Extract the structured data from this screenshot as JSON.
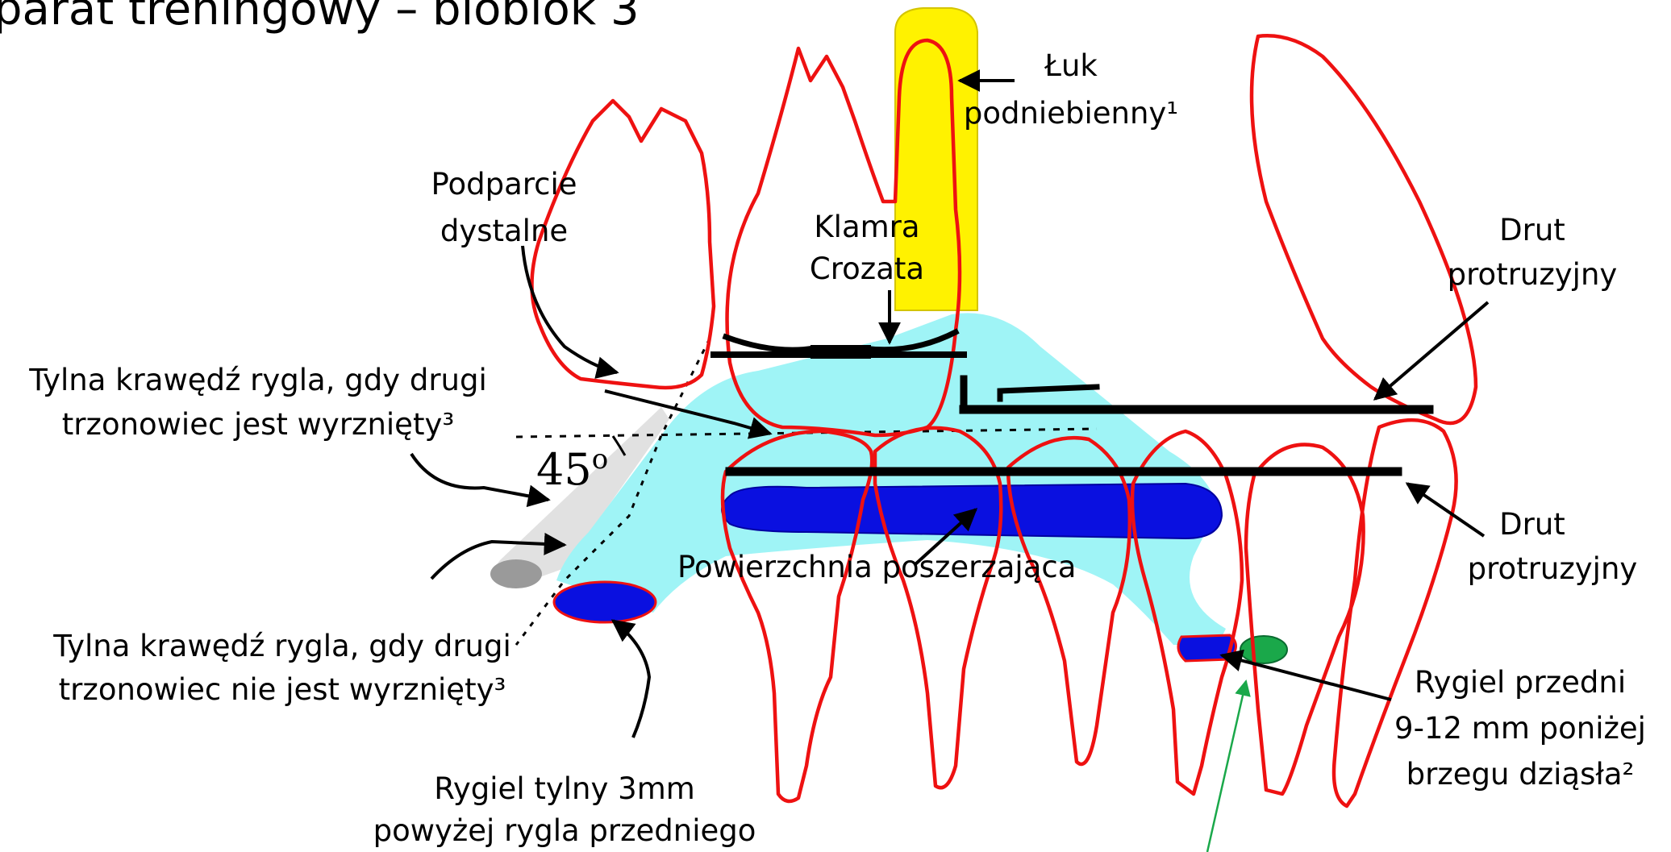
{
  "title": "parat treningowy – bioblok 3",
  "labels": {
    "luk_line1": "Łuk",
    "luk_line2": "podniebienny¹",
    "podparcie_line1": "Podparcie",
    "podparcie_line2": "dystalne",
    "klamra_line1": "Klamra",
    "klamra_line2": "Crozata",
    "drut_top_line1": "Drut",
    "drut_top_line2": "protruzyjny",
    "drut_bottom_line1": "Drut",
    "drut_bottom_line2": "protruzyjny",
    "tylna_wyrz_line1": "Tylna krawędź rygla, gdy drugi",
    "tylna_wyrz_line2": "trzonowiec jest wyrznięty³",
    "tylna_niewyrz_line1": "Tylna krawędź rygla, gdy drugi",
    "tylna_niewyrz_line2": "trzonowiec nie jest wyrznięty³",
    "powierzchnia": "Powierzchnia poszerzająca",
    "rygiel_tylny_line1": "Rygiel tylny 3mm",
    "rygiel_tylny_line2": "powyżej rygla przedniego",
    "rygiel_przedni_line1": "Rygiel przedni",
    "rygiel_przedni_line2": "9-12 mm poniżej",
    "rygiel_przedni_line3": "brzegu dziąsła²",
    "angle_value": "45",
    "angle_unit": "o"
  },
  "colors": {
    "tooth_outline": "#ee1111",
    "acrylic": "#9ff4f6",
    "rygiel": "#0a10e0",
    "palatal_arch": "#fff200",
    "green_marker": "#1aa84a",
    "gray_zone": "#d9d9d9",
    "wire": "#000000"
  }
}
